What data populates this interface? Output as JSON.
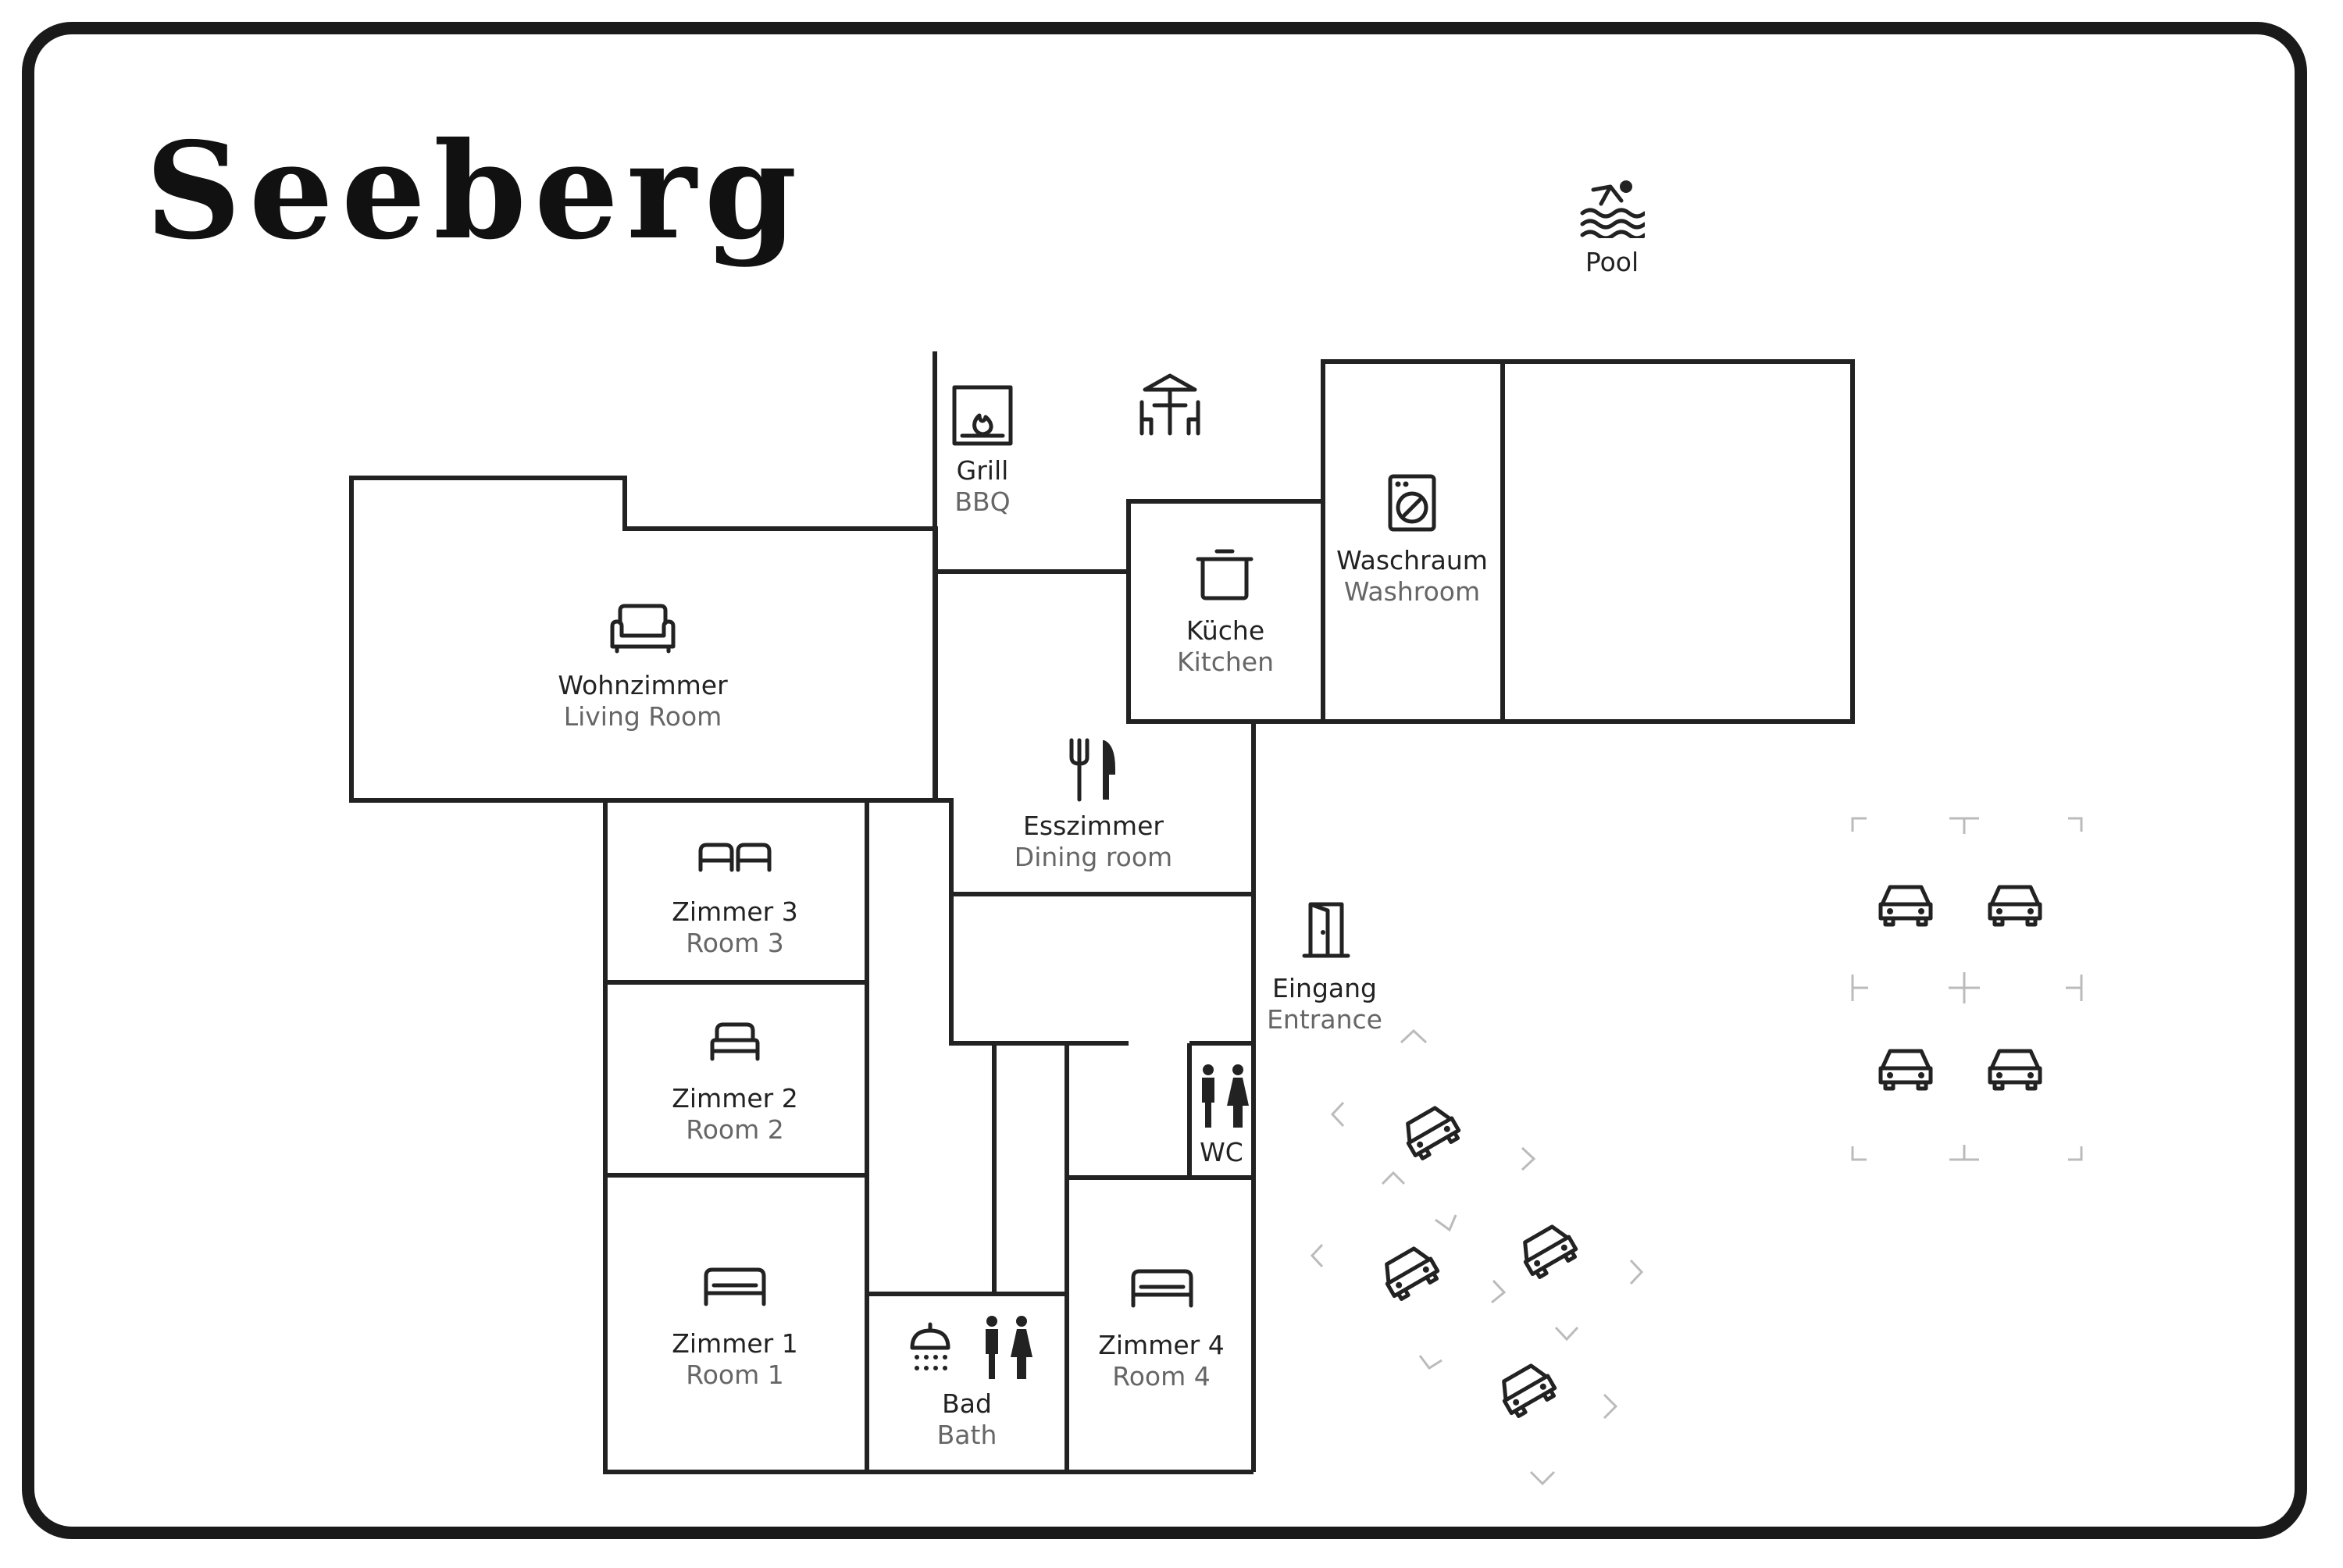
{
  "title": "Seeberg",
  "rooms": {
    "pool": {
      "de": "Pool"
    },
    "grill": {
      "de": "Grill",
      "en": "BBQ"
    },
    "living": {
      "de": "Wohnzimmer",
      "en": "Living Room"
    },
    "kitchen": {
      "de": "Küche",
      "en": "Kitchen"
    },
    "washroom": {
      "de": "Waschraum",
      "en": "Washroom"
    },
    "dining": {
      "de": "Esszimmer",
      "en": "Dining room"
    },
    "entrance": {
      "de": "Eingang",
      "en": "Entrance"
    },
    "room3": {
      "de": "Zimmer 3",
      "en": "Room 3"
    },
    "room2": {
      "de": "Zimmer 2",
      "en": "Room 2"
    },
    "room1": {
      "de": "Zimmer 1",
      "en": "Room 1"
    },
    "room4": {
      "de": "Zimmer 4",
      "en": "Room 4"
    },
    "wc": {
      "de": "WC"
    },
    "bath": {
      "de": "Bad",
      "en": "Bath"
    }
  },
  "icons": [
    "swimmer-icon",
    "fireplace-icon",
    "patio-table-icon",
    "sofa-icon",
    "cooking-pot-icon",
    "washing-machine-icon",
    "cutlery-icon",
    "door-icon",
    "twin-beds-icon",
    "single-bed-icon",
    "double-bed-icon",
    "restroom-icon",
    "shower-icon",
    "car-icon"
  ],
  "colors": {
    "line": "#222222",
    "secondary_text": "#666666",
    "parking_marks": "#bbbbbb"
  }
}
